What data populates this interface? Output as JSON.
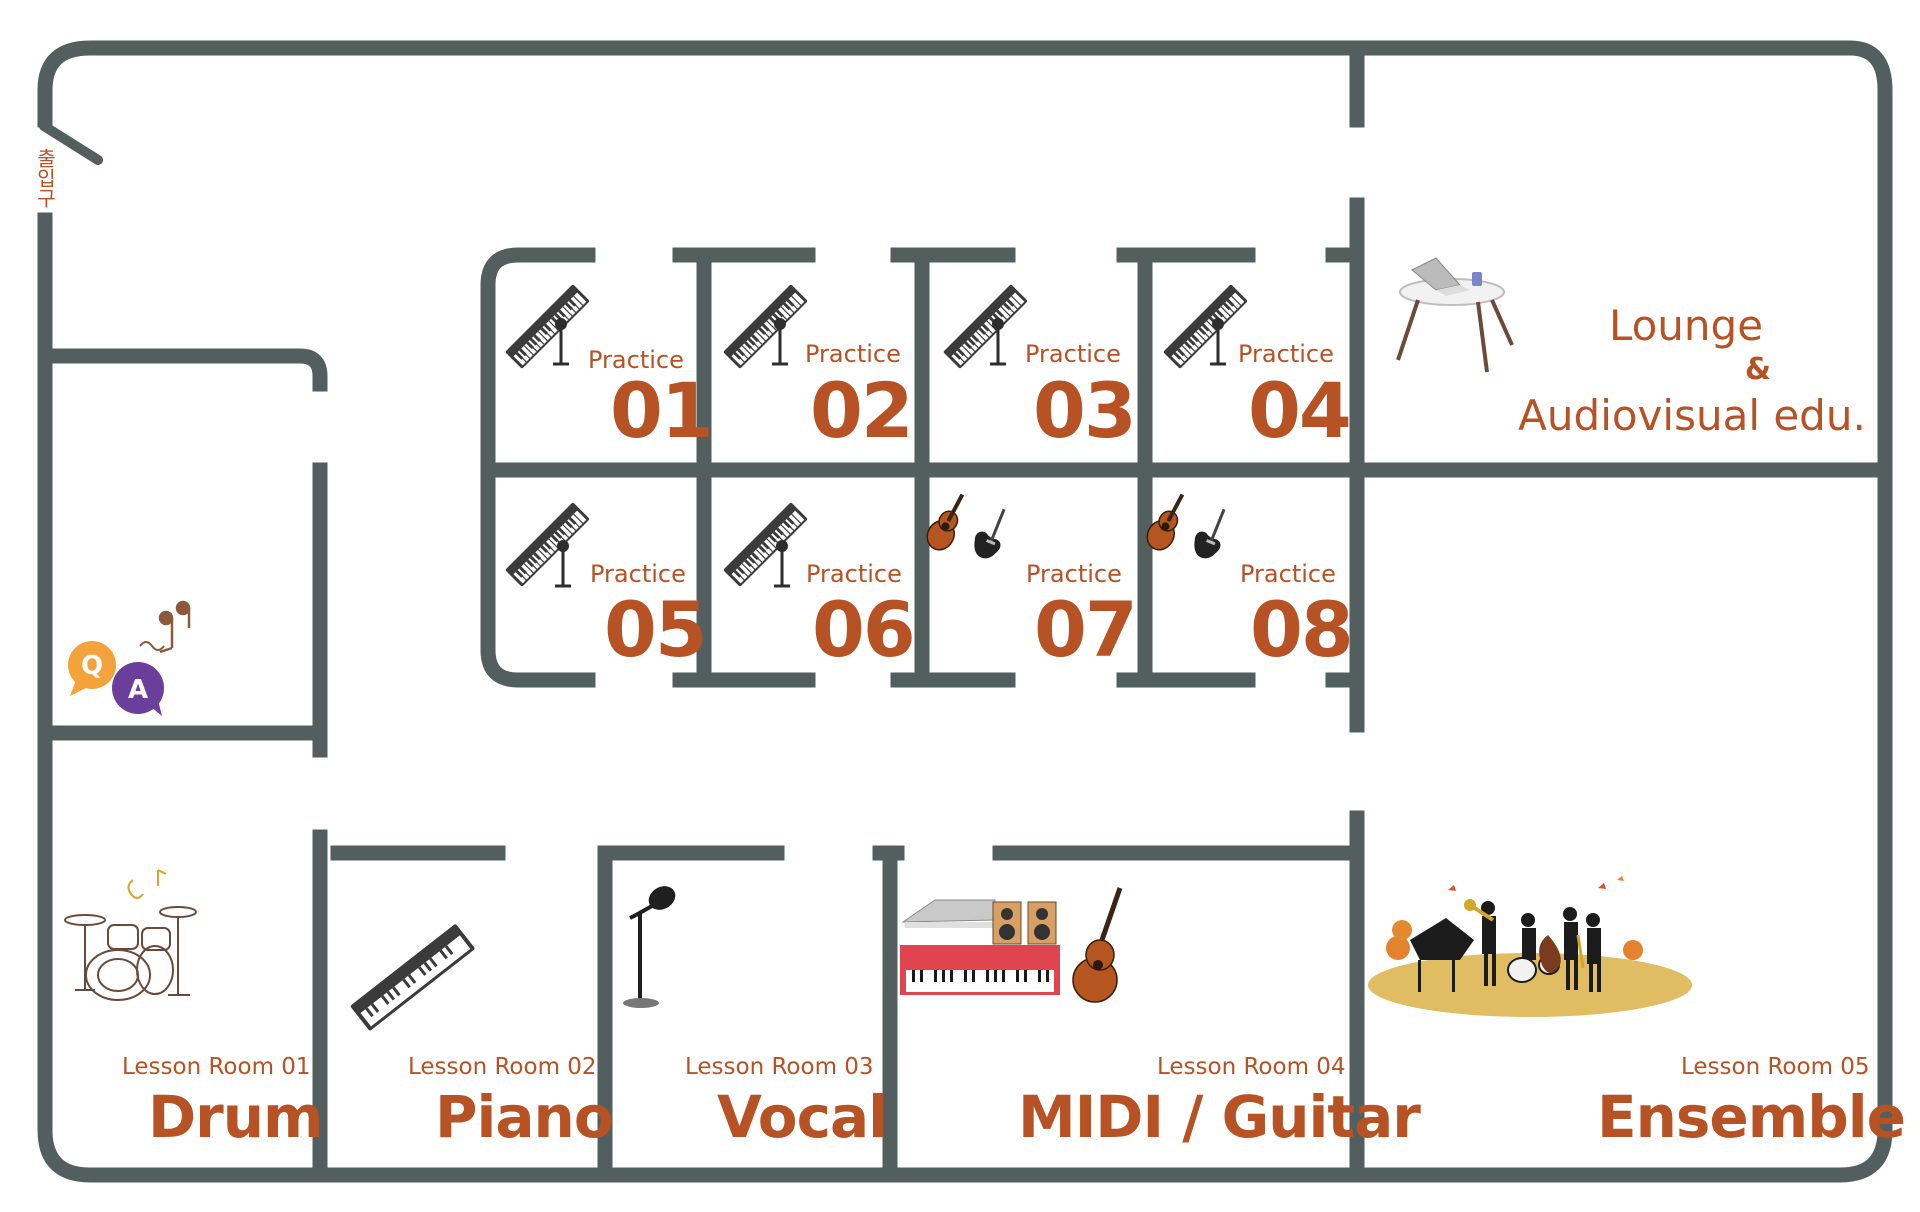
{
  "entrance_label": "출입구",
  "practice_rooms": [
    {
      "label": "Practice",
      "number": "01",
      "equipment": [
        "keyboard-icon",
        "microphone-icon"
      ]
    },
    {
      "label": "Practice",
      "number": "02",
      "equipment": [
        "keyboard-icon",
        "microphone-icon"
      ]
    },
    {
      "label": "Practice",
      "number": "03",
      "equipment": [
        "keyboard-icon",
        "microphone-icon"
      ]
    },
    {
      "label": "Practice",
      "number": "04",
      "equipment": [
        "keyboard-icon",
        "microphone-icon"
      ]
    },
    {
      "label": "Practice",
      "number": "05",
      "equipment": [
        "keyboard-icon",
        "microphone-icon"
      ]
    },
    {
      "label": "Practice",
      "number": "06",
      "equipment": [
        "keyboard-icon",
        "microphone-icon"
      ]
    },
    {
      "label": "Practice",
      "number": "07",
      "equipment": [
        "acoustic-guitar-icon",
        "electric-guitar-icon"
      ]
    },
    {
      "label": "Practice",
      "number": "08",
      "equipment": [
        "acoustic-guitar-icon",
        "electric-guitar-icon"
      ]
    }
  ],
  "lounge": {
    "line1": "Lounge",
    "line2": "&",
    "line3": "Audiovisual edu.",
    "icon": "table-laptop-icon"
  },
  "qa_room": {
    "icon": "qa-speech-bubbles-icon",
    "q": "Q",
    "a": "A"
  },
  "lesson_rooms": [
    {
      "label": "Lesson Room 01",
      "name": "Drum",
      "icon": "drum-kit-icon"
    },
    {
      "label": "Lesson Room 02",
      "name": "Piano",
      "icon": "keyboard-icon"
    },
    {
      "label": "Lesson Room 03",
      "name": "Vocal",
      "icon": "microphone-stand-icon"
    },
    {
      "label": "Lesson Room 04",
      "name": "MIDI / Guitar",
      "icon": "midi-setup-icon"
    },
    {
      "label": "Lesson Room 05",
      "name": "Ensemble",
      "icon": "jazz-band-icon"
    }
  ],
  "colors": {
    "wall": "#535f5f",
    "text": "#b65224",
    "background": "#ffffff"
  }
}
